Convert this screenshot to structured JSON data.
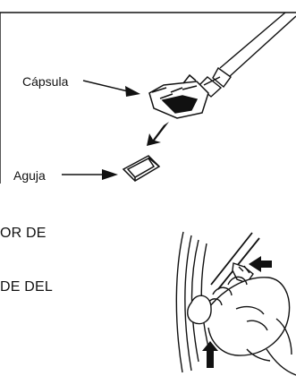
{
  "labels": {
    "capsule": "Cápsula",
    "needle": "Aguja"
  },
  "text_lines": [
    "OR DE",
    "DE DEL"
  ],
  "colors": {
    "ink": "#111111",
    "background": "#ffffff"
  }
}
